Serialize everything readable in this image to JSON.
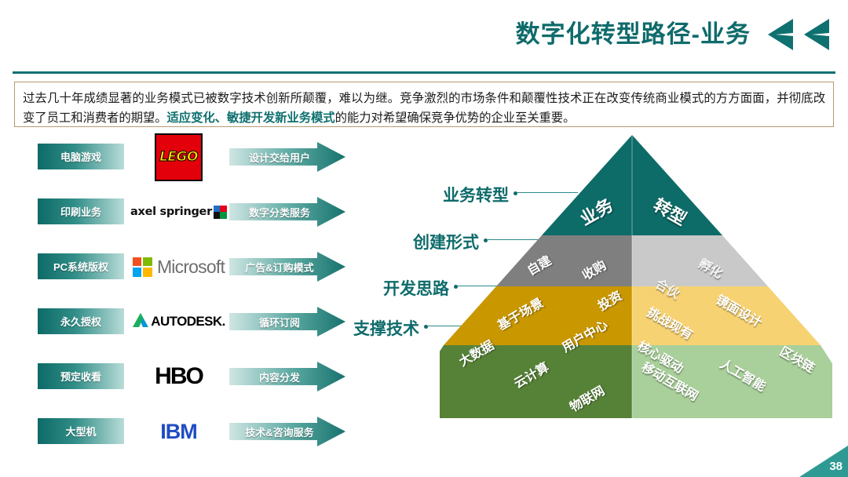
{
  "header": {
    "title": "数字化转型路径-业务",
    "chevron_icon": "double-chevron-left-icon",
    "accent_color": "#0f7070"
  },
  "intro": {
    "text_part1": "过去几十年成绩显著的业务模式已被数字技术创新所颠覆，难以为继。竞争激烈的市场条件和颠覆性技术正在改变传统商业模式的方方面面，并彻底改变了员工和消费者的期望。",
    "highlight": "适应变化、敏捷开发新业务模式",
    "text_part2": "的能力对希望确保竞争优势的企业至关重要。",
    "highlight_color": "#0f7070",
    "border_color": "#b39a72"
  },
  "rows": [
    {
      "from_label": "电脑游戏",
      "logo_name": "lego-logo",
      "logo_text": "LEGO",
      "to_label": "设计交给用户"
    },
    {
      "from_label": "印刷业务",
      "logo_name": "axel-springer-logo",
      "logo_text": "axel springer",
      "to_label": "数字分类服务"
    },
    {
      "from_label": "PC系统版权",
      "logo_name": "microsoft-logo",
      "logo_text": "Microsoft",
      "to_label": "广告&订购模式"
    },
    {
      "from_label": "永久授权",
      "logo_name": "autodesk-logo",
      "logo_text": "AUTODESK.",
      "to_label": "循环订阅"
    },
    {
      "from_label": "预定收看",
      "logo_name": "hbo-logo",
      "logo_text": "HBO",
      "to_label": "内容分发"
    },
    {
      "from_label": "大型机",
      "logo_name": "ibm-logo",
      "logo_text": "IBM",
      "to_label": "技术&咨询服务"
    }
  ],
  "callouts": [
    {
      "label": "业务转型"
    },
    {
      "label": "创建形式"
    },
    {
      "label": "开发思路"
    },
    {
      "label": "支撑技术"
    }
  ],
  "pyramid": {
    "tiers": [
      {
        "name": "business-transformation-tier",
        "left_color": "#0d6b68",
        "right_color": "#0d6b68",
        "left_items": [
          "业务"
        ],
        "right_items": [
          "转型"
        ]
      },
      {
        "name": "creation-form-tier",
        "left_color": "#7f7f7f",
        "right_color": "#c9c9c9",
        "left_items": [
          "自建",
          "收购",
          "投资"
        ],
        "right_items": [
          "合伙",
          "孵化"
        ]
      },
      {
        "name": "development-approach-tier",
        "left_color": "#c99700",
        "right_color": "#f7d272",
        "left_items": [
          "基于场景",
          "用户中心"
        ],
        "right_items": [
          "挑战现有",
          "镜面设计",
          "核心驱动"
        ]
      },
      {
        "name": "supporting-technology-tier",
        "left_color": "#568238",
        "right_color": "#a9cf9a",
        "left_items": [
          "大数据",
          "云计算",
          "物联网"
        ],
        "right_items": [
          "移动互联网",
          "人工智能",
          "区块链"
        ]
      }
    ]
  },
  "footer": {
    "page_number": "38",
    "corner_color": "#2f9a94"
  }
}
